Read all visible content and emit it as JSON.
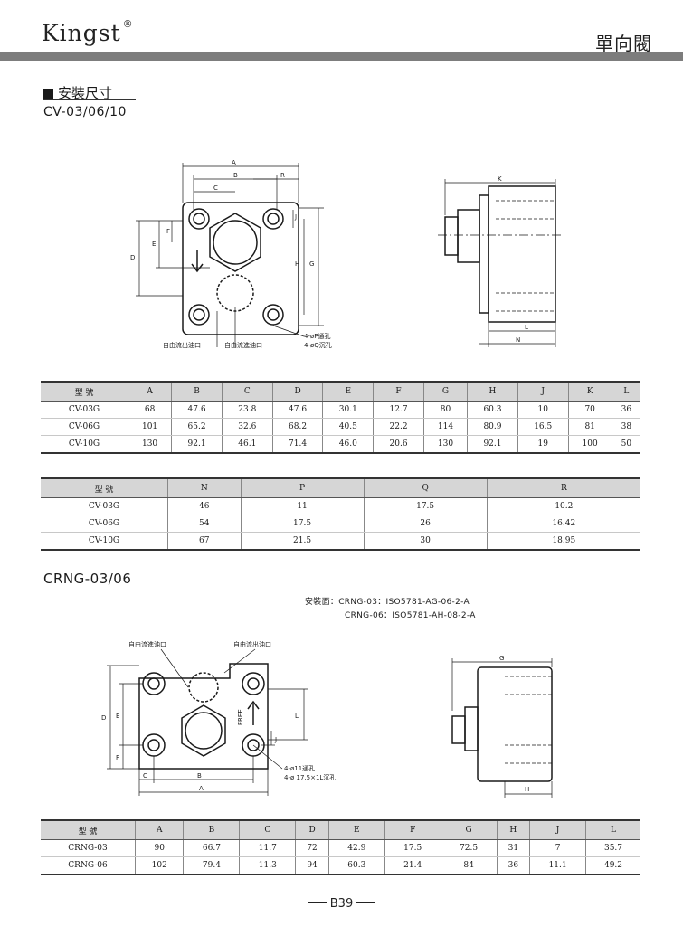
{
  "header": {
    "brand": "Kingst",
    "brand_mark": "®",
    "title": "單向閥"
  },
  "section": {
    "title": "安裝尺寸",
    "subtitle_cv": "CV-03/06/10",
    "subtitle_crng": "CRNG-03/06",
    "mount_label": "安裝面：CRNG-03：ISO5781-AG-06-2-A",
    "mount_line2": "CRNG-06：ISO5781-AH-08-2-A"
  },
  "drawing_cv": {
    "dims": {
      "A": "A",
      "B": "B",
      "C": "C",
      "R": "R",
      "D": "D",
      "E": "E",
      "F": "F",
      "H": "H",
      "G": "G",
      "J": "J",
      "K": "K",
      "L": "L",
      "N": "N"
    },
    "label_free_out": "自由流出油口",
    "label_free_in": "自由流進油口",
    "label_hole_p": "4-øP通孔",
    "label_hole_q": "4-øQ沉孔"
  },
  "drawing_crng": {
    "dims": {
      "A": "A",
      "B": "B",
      "C": "C",
      "D": "D",
      "E": "E",
      "F": "F",
      "G": "G",
      "H": "H",
      "J": "J",
      "L": "L"
    },
    "label_free_in": "自由流進油口",
    "label_free_out": "自由流出油口",
    "label_free": "FREE",
    "label_hole": "4-ø11通孔",
    "label_counterbore": "4-ø 17.5×1L沉孔"
  },
  "table_cv1": {
    "headers": [
      "型  號",
      "A",
      "B",
      "C",
      "D",
      "E",
      "F",
      "G",
      "H",
      "J",
      "K",
      "L"
    ],
    "rows": [
      [
        "CV-03G",
        "68",
        "47.6",
        "23.8",
        "47.6",
        "30.1",
        "12.7",
        "80",
        "60.3",
        "10",
        "70",
        "36"
      ],
      [
        "CV-06G",
        "101",
        "65.2",
        "32.6",
        "68.2",
        "40.5",
        "22.2",
        "114",
        "80.9",
        "16.5",
        "81",
        "38"
      ],
      [
        "CV-10G",
        "130",
        "92.1",
        "46.1",
        "71.4",
        "46.0",
        "20.6",
        "130",
        "92.1",
        "19",
        "100",
        "50"
      ]
    ]
  },
  "table_cv2": {
    "headers": [
      "型  號",
      "N",
      "P",
      "Q",
      "R"
    ],
    "rows": [
      [
        "CV-03G",
        "46",
        "11",
        "17.5",
        "10.2"
      ],
      [
        "CV-06G",
        "54",
        "17.5",
        "26",
        "16.42"
      ],
      [
        "CV-10G",
        "67",
        "21.5",
        "30",
        "18.95"
      ]
    ]
  },
  "table_crng": {
    "headers": [
      "型  號",
      "A",
      "B",
      "C",
      "D",
      "E",
      "F",
      "G",
      "H",
      "J",
      "L"
    ],
    "rows": [
      [
        "CRNG-03",
        "90",
        "66.7",
        "11.7",
        "72",
        "42.9",
        "17.5",
        "72.5",
        "31",
        "7",
        "35.7"
      ],
      [
        "CRNG-06",
        "102",
        "79.4",
        "11.3",
        "94",
        "60.3",
        "21.4",
        "84",
        "36",
        "11.1",
        "49.2"
      ]
    ]
  },
  "footer": {
    "page": "B39"
  }
}
